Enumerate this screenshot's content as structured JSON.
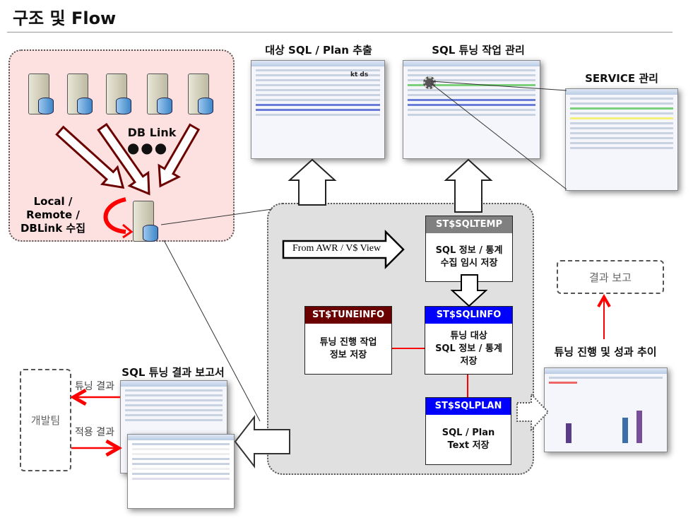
{
  "title": "구조 및 Flow",
  "sources": {
    "db_link_label": "DB Link",
    "dots": "●●●",
    "collect_label": "Local /\nRemote /\nDBLink 수집"
  },
  "screens": {
    "extract_label": "대상 SQL / Plan 추출",
    "manage_label": "SQL 튜닝 작업 관리",
    "service_label": "SERVICE 관리",
    "trend_label": "튜닝 진행 및 성과 추이",
    "report_label": "SQL 튜닝 결과 보고서",
    "brand_logo": "kt ds"
  },
  "flow": {
    "from_label": "From AWR / V$ View",
    "tables": [
      {
        "name": "ST$SQLTEMP",
        "desc": "SQL 정보 / 통계\n수집  임시 저장",
        "color": "#808080"
      },
      {
        "name": "ST$TUNEINFO",
        "desc": "튜닝 진행 작업\n정보 저장",
        "color": "#6b0000"
      },
      {
        "name": "ST$SQLINFO",
        "desc": "튜닝 대상\nSQL 정보 / 통계\n저장",
        "color": "#0000ff"
      },
      {
        "name": "ST$SQLPLAN",
        "desc": "SQL / Plan\nText 저장",
        "color": "#0000ff"
      }
    ]
  },
  "result_box": "결과 보고",
  "dev_team": "개발팀",
  "tuning_result": "튜닝 결과",
  "apply_result": "적용 결과",
  "colors": {
    "accent_red": "#ff0000",
    "pink_bg": "#fde0e0",
    "grey_bg": "#e0e0e0"
  }
}
